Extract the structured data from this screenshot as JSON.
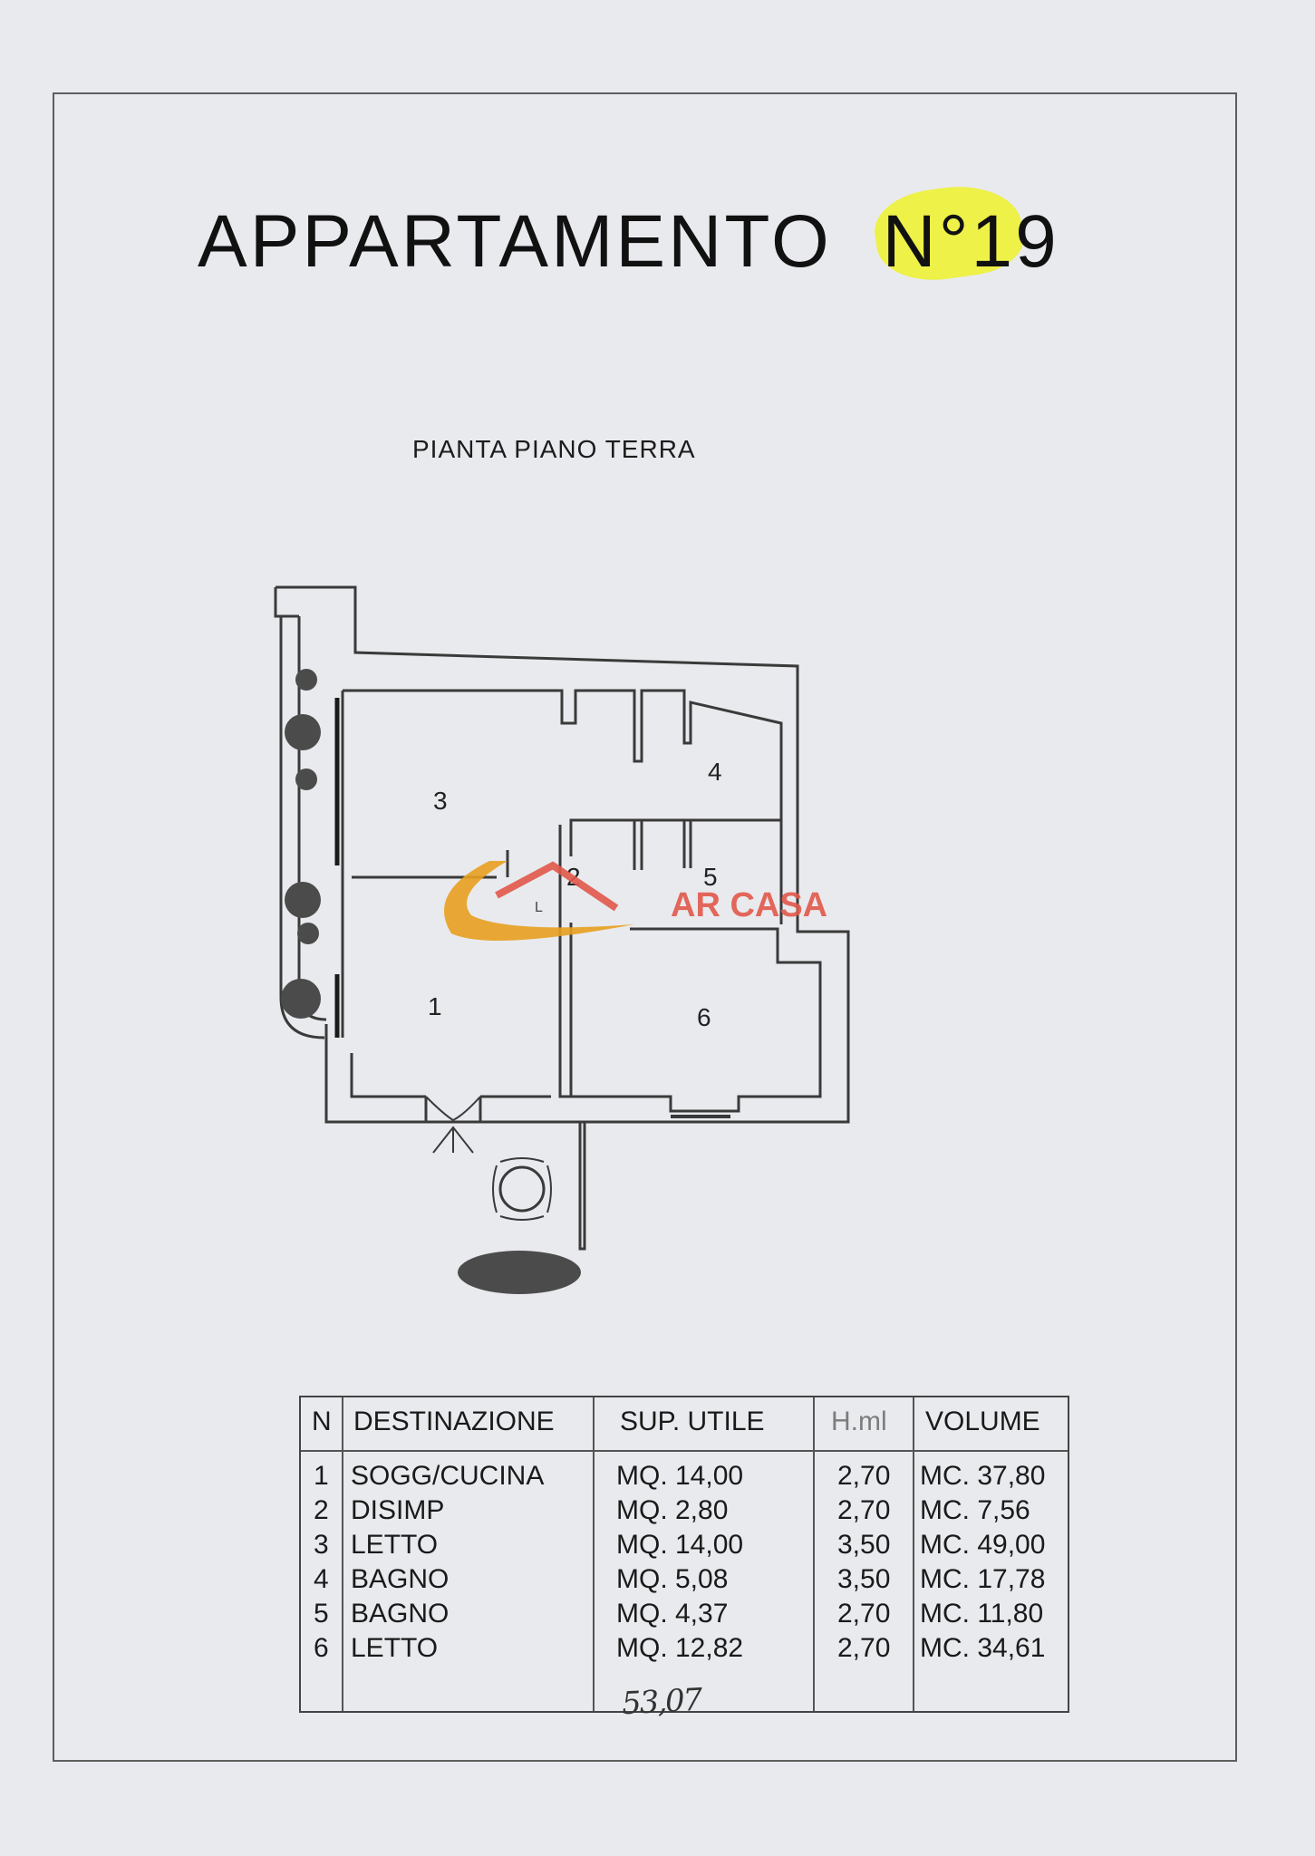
{
  "title": {
    "prefix": "APPARTAMENTO",
    "number": "N°19"
  },
  "subtitle": "PIANTA PIANO TERRA",
  "rooms": [
    {
      "n": "1"
    },
    {
      "n": "2"
    },
    {
      "n": "3"
    },
    {
      "n": "4"
    },
    {
      "n": "5"
    },
    {
      "n": "6"
    }
  ],
  "watermark": {
    "text": "AR CASA",
    "logo_letter": "L"
  },
  "table": {
    "headers": {
      "n": "N",
      "destinazione": "DESTINAZIONE",
      "sup": "SUP. UTILE",
      "h": "H.ml",
      "volume": "VOLUME"
    },
    "rows": [
      {
        "n": "1",
        "destinazione": "SOGG/CUCINA",
        "sup": "MQ. 14,00",
        "h": "2,70",
        "volume": "MC. 37,80"
      },
      {
        "n": "2",
        "destinazione": "DISIMP",
        "sup": "MQ. 2,80",
        "h": "2,70",
        "volume": "MC. 7,56"
      },
      {
        "n": "3",
        "destinazione": "LETTO",
        "sup": "MQ. 14,00",
        "h": "3,50",
        "volume": "MC. 49,00"
      },
      {
        "n": "4",
        "destinazione": "BAGNO",
        "sup": "MQ. 5,08",
        "h": "3,50",
        "volume": "MC. 17,78"
      },
      {
        "n": "5",
        "destinazione": "BAGNO",
        "sup": "MQ. 4,37",
        "h": "2,70",
        "volume": "MC. 11,80"
      },
      {
        "n": "6",
        "destinazione": "LETTO",
        "sup": "MQ. 12,82",
        "h": "2,70",
        "volume": "MC. 34,61"
      }
    ],
    "handwritten_total": "53,07"
  },
  "colors": {
    "highlight": "#eef22a",
    "logo_red": "#e2584b",
    "logo_orange": "#e8a020"
  }
}
